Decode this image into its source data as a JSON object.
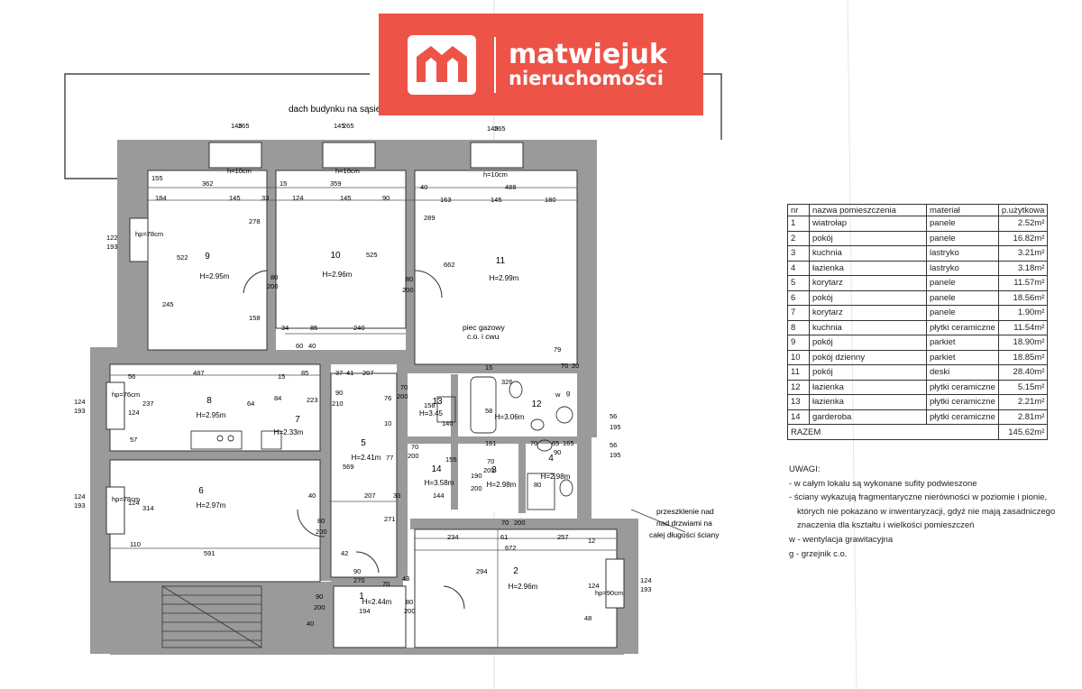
{
  "top_label": "dach budynku na sąsiedniej działce",
  "logo": {
    "line1": "matwiejuk",
    "line2": "nieruchomości"
  },
  "room_labels": [
    {
      "nr": "1",
      "height": "H=2.44m"
    },
    {
      "nr": "2",
      "height": "H=2.96m"
    },
    {
      "nr": "3",
      "height": "H=2.98m"
    },
    {
      "nr": "4",
      "height": "H=2.98m"
    },
    {
      "nr": "5",
      "height": "H=2.41m"
    },
    {
      "nr": "6",
      "height": "H=2.97m"
    },
    {
      "nr": "7",
      "height": "H=2.33m"
    },
    {
      "nr": "8",
      "height": "H=2.95m"
    },
    {
      "nr": "9",
      "height": "H=2.95m"
    },
    {
      "nr": "10",
      "height": "H=2.96m"
    },
    {
      "nr": "11",
      "height": "H=2.99m"
    },
    {
      "nr": "12",
      "height": "H=3.06m"
    },
    {
      "nr": "13",
      "height": "H=3.45"
    },
    {
      "nr": "14",
      "height": "H=3.58m"
    }
  ],
  "dims": {
    "d145a": "145",
    "d265a": "265",
    "d145b": "145",
    "d265b": "265",
    "d145c": "145",
    "d265c": "265",
    "h10a": "h=10cm",
    "h10b": "h=10cm",
    "h10c": "h=10cm",
    "d155": "155",
    "d362": "362",
    "d359": "359",
    "d488": "488",
    "d40t": "40",
    "d184": "184",
    "d145r1": "145",
    "d33": "33",
    "d15": "15",
    "d124": "124",
    "d145r2": "145",
    "d90": "90",
    "d163": "163",
    "d145r3": "145",
    "d180": "180",
    "d278": "278",
    "d522": "522",
    "d245": "245",
    "d158": "158",
    "d525": "525",
    "d289": "289",
    "d662": "662",
    "w122": "122",
    "w193a": "193",
    "hp78a": "hp=78cm",
    "door80a": "80",
    "door200a": "200",
    "door80b": "80",
    "door200b": "200",
    "d34": "34",
    "d85a": "85",
    "d240": "240",
    "d60": "60",
    "d40m": "40",
    "d56a": "56",
    "d487": "487",
    "d15b": "15",
    "d85b": "85",
    "d37": "37",
    "d41": "41",
    "d207a": "207",
    "d70a": "70",
    "d200a": "200",
    "d326": "326",
    "d79": "79",
    "d70b": "70",
    "d20": "20",
    "d15c": "15",
    "w124a": "124",
    "w193b": "193",
    "hp76": "hp=76cm",
    "d237": "237",
    "d124b": "124",
    "d84": "84",
    "d64": "64",
    "d223": "223",
    "d90b": "90",
    "d210": "210",
    "d76": "76",
    "d158b": "158",
    "d140": "140",
    "d58": "58",
    "d57": "57",
    "d10": "10",
    "d161": "161",
    "d70c": "70",
    "d65": "65",
    "d165": "165",
    "d90c": "90",
    "d70d": "70",
    "d200b": "200",
    "d77": "77",
    "d569": "569",
    "d155b": "155",
    "d70e": "70",
    "d205": "205",
    "d144": "144",
    "d190": "190",
    "d200c": "200",
    "d80": "80",
    "w124c": "124",
    "w193c": "193",
    "hp78b": "hp=78cm",
    "d124c": "124",
    "d314": "314",
    "d40c": "40",
    "d207b": "207",
    "d33b": "33",
    "d271": "271",
    "d80d": "80",
    "d200d": "200",
    "d110": "110",
    "d591": "591",
    "d42": "42",
    "d234": "234",
    "d61": "61",
    "d257": "257",
    "d672": "672",
    "d12": "12",
    "d70f": "70",
    "d200e": "200",
    "d294": "294",
    "d124d": "124",
    "d48": "48",
    "hp90": "hp=90cm",
    "w124d": "124",
    "w193d": "193",
    "d90e": "90",
    "d270": "270",
    "d70g": "70",
    "d43": "43",
    "d90f": "90",
    "d200f": "200",
    "d194": "194",
    "d80e": "80",
    "d200g": "200",
    "d40b": "40",
    "d56b": "56",
    "d195a": "195",
    "d56c": "56",
    "d195b": "195",
    "w_small": "w",
    "g_small": "g"
  },
  "annotations": {
    "piec1": "piec gazowy",
    "piec2": "c.o. i cwu",
    "prz1": "przeszklenie nad",
    "prz2": "nad drzwiami na",
    "prz3": "całej długości ściany"
  },
  "table": {
    "headers": {
      "nr": "nr",
      "name": "nazwa pomieszczenia",
      "material": "materiał",
      "area": "p.użytkowa"
    },
    "rows": [
      {
        "nr": "1",
        "name": "wiatrołap",
        "material": "panele",
        "area": "2.52m²"
      },
      {
        "nr": "2",
        "name": "pokój",
        "material": "panele",
        "area": "16.82m²"
      },
      {
        "nr": "3",
        "name": "kuchnia",
        "material": "lastryko",
        "area": "3.21m²"
      },
      {
        "nr": "4",
        "name": "łazienka",
        "material": "lastryko",
        "area": "3.18m²"
      },
      {
        "nr": "5",
        "name": "korytarz",
        "material": "panele",
        "area": "11.57m²"
      },
      {
        "nr": "6",
        "name": "pokój",
        "material": "panele",
        "area": "18.56m²"
      },
      {
        "nr": "7",
        "name": "korytarz",
        "material": "panele",
        "area": "1.90m²"
      },
      {
        "nr": "8",
        "name": "kuchnia",
        "material": "płytki ceramiczne",
        "area": "11.54m²"
      },
      {
        "nr": "9",
        "name": "pokój",
        "material": "parkiet",
        "area": "18.90m²"
      },
      {
        "nr": "10",
        "name": "pokój dzienny",
        "material": "parkiet",
        "area": "18.85m²"
      },
      {
        "nr": "11",
        "name": "pokój",
        "material": "deski",
        "area": "28.40m²"
      },
      {
        "nr": "12",
        "name": "łazienka",
        "material": "płytki ceramiczne",
        "area": "5.15m²"
      },
      {
        "nr": "13",
        "name": "łazienka",
        "material": "płytki ceramiczne",
        "area": "2.21m²"
      },
      {
        "nr": "14",
        "name": "garderoba",
        "material": "płytki ceramiczne",
        "area": "2.81m²"
      }
    ],
    "total_label": "RAZEM",
    "total_area": "145.62m²"
  },
  "notes": {
    "title": "UWAGI:",
    "lines": [
      "- w całym lokalu są wykonane sufity podwieszone",
      "- ściany wykazują fragmentaryczne nierówności w poziomie i pionie,",
      "  których nie pokazano w inwentaryzacji, gdyż nie mają zasadniczego",
      "  znaczenia dla kształtu i wielkości pomieszczeń",
      "w  - wentylacja grawitacyjna",
      "g  - grzejnik c.o."
    ]
  }
}
